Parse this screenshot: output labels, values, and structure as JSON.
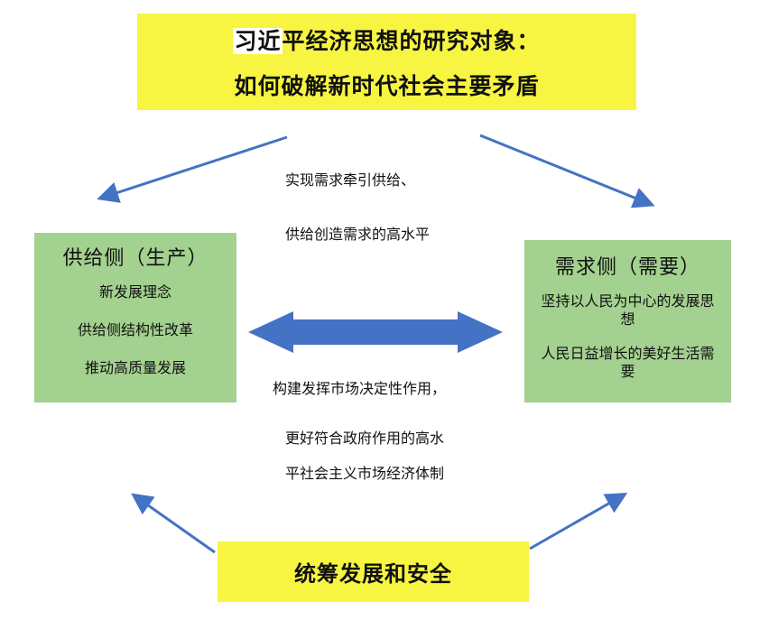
{
  "top": {
    "line1_highlight": "习近",
    "line1_rest": "平经济思想的研究对象：",
    "line2": "如何破解新时代社会主要矛盾"
  },
  "supply": {
    "title": "供给侧（生产）",
    "items": [
      "新发展理念",
      "供给侧结构性改革",
      "推动高质量发展"
    ]
  },
  "demand": {
    "title": "需求侧（需要）",
    "items": [
      "坚持以人民为中心的发展思想",
      "人民日益增长的美好生活需要"
    ]
  },
  "middle_top": {
    "line1": "实现需求牵引供给、",
    "line2": "供给创造需求的高水平"
  },
  "middle_bottom": {
    "line1": "构建发挥市场决定性作用，",
    "line2": "更好符合政府作用的高水",
    "line3": "平社会主义市场经济体制"
  },
  "bottom": {
    "title": "统筹发展和安全"
  },
  "colors": {
    "yellow_box": "#f7f541",
    "green_box": "#a3d18f",
    "arrow_blue": "#4472c4"
  }
}
